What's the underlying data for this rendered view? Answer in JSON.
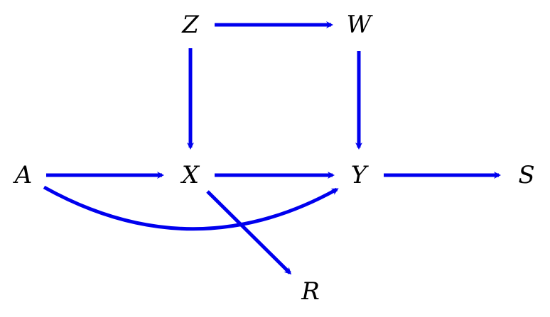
{
  "colors": {
    "edge": "#0000ee",
    "label": "#000000"
  },
  "nodes": {
    "z": "Z",
    "w": "W",
    "a": "A",
    "x": "X",
    "y": "Y",
    "s": "S",
    "r": "R"
  },
  "edges": [
    {
      "from": "Z",
      "to": "W"
    },
    {
      "from": "Z",
      "to": "X"
    },
    {
      "from": "W",
      "to": "Y"
    },
    {
      "from": "A",
      "to": "X"
    },
    {
      "from": "X",
      "to": "Y"
    },
    {
      "from": "Y",
      "to": "S"
    },
    {
      "from": "A",
      "to": "Y"
    },
    {
      "from": "X",
      "to": "R"
    }
  ]
}
